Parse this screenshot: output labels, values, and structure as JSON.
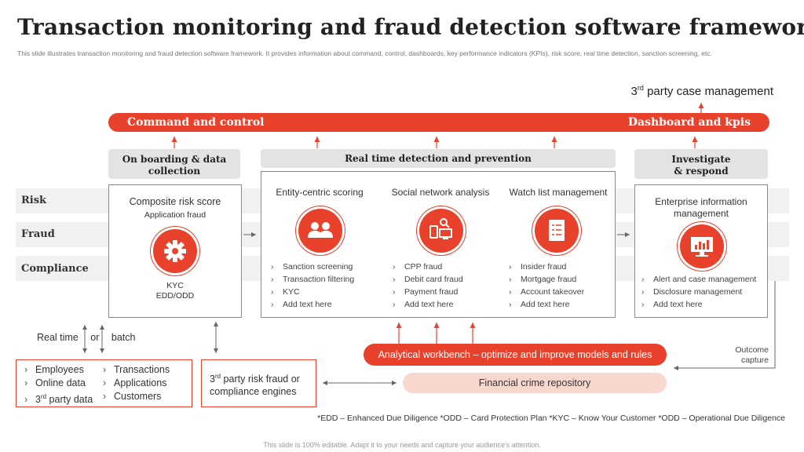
{
  "title": "Transaction monitoring and fraud detection software framework",
  "subtitle": "This slide illustrates transaction monitoring and fraud detection software framework. It provides information about command, control, dashboards, key performance indicators (KPIs), risk score, real time detection, sanction screening, etc.",
  "third_party_case_mgmt": {
    "prefix": "3",
    "sup": "rd",
    "text": " party case management"
  },
  "command_bar": {
    "left": "Command and control",
    "right": "Dashboard and kpis"
  },
  "rows": [
    "Risk",
    "Fraud",
    "Compliance"
  ],
  "columns": {
    "onboarding": {
      "header": "On boarding & data collection",
      "title": "Composite risk score",
      "subtitle": "Application fraud",
      "icon": "gear-icon",
      "line1": "KYC",
      "line2": "EDD/ODD"
    },
    "realtime": {
      "header": "Real time detection and prevention",
      "cards": [
        {
          "title": "Entity-centric scoring",
          "icon": "users-icon",
          "items": [
            "Sanction screening",
            "Transaction filtering",
            "KYC",
            "Add text here"
          ]
        },
        {
          "title": "Social network analysis",
          "icon": "network-search-icon",
          "items": [
            "CPP fraud",
            "Debit card fraud",
            "Payment fraud",
            "Add text here"
          ]
        },
        {
          "title": "Watch list management",
          "icon": "checklist-icon",
          "items": [
            "Insider fraud",
            "Mortgage fraud",
            "Account takeover",
            "Add text here"
          ]
        }
      ]
    },
    "investigate": {
      "header": "Investigate & respond",
      "title": "Enterprise information management",
      "icon": "monitor-chart-icon",
      "items": [
        "Alert and case management",
        "Disclosure management",
        "Add text here"
      ]
    }
  },
  "realtime_batch": {
    "left": "Real time",
    "or": "or",
    "right": "batch"
  },
  "sources": {
    "col1": [
      {
        "text": "Employees"
      },
      {
        "text": "Online data"
      },
      {
        "prefix": "3",
        "sup": "rd",
        "text": " party data"
      }
    ],
    "col2": [
      {
        "text": "Transactions"
      },
      {
        "text": "Applications"
      },
      {
        "text": "Customers"
      }
    ]
  },
  "third_party_engines": {
    "prefix": "3",
    "sup": "rd",
    "text": " party risk fraud or compliance engines"
  },
  "analytical_workbench": "Analytical workbench – optimize and improve models and rules",
  "financial_crime_repository": "Financial crime repository",
  "outcome_capture": "Outcome capture",
  "legend": "*EDD – Enhanced Due Diligence *ODD – Card Protection Plan *KYC – Know Your Customer *ODD – Operational Due Diligence",
  "footer": "This slide is 100% editable. Adapt it to your needs and capture your audience's attention.",
  "colors": {
    "accent": "#e8412c",
    "light_accent": "#f8d7cf",
    "band": "#f1f1f1",
    "header_grey": "#e3e3e3"
  }
}
